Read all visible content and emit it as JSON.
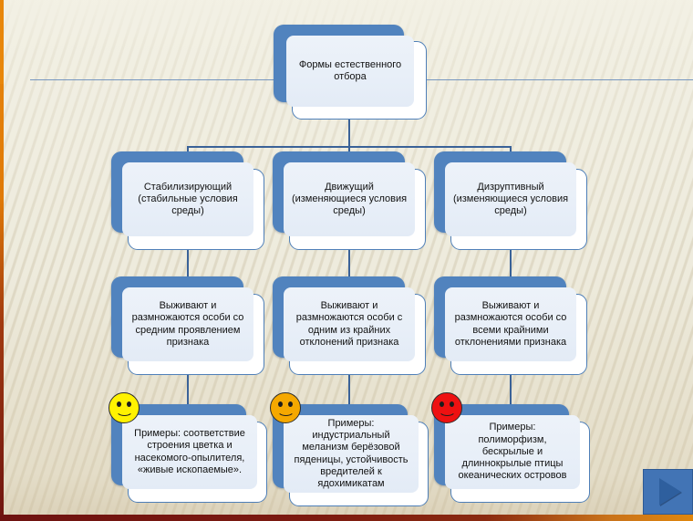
{
  "slide": {
    "background_color": "#EFEDE0",
    "accent_color": "#5183BE",
    "edge_accent_color": "#E8870B",
    "edge_bottom_color": "#6E1210"
  },
  "nodes": {
    "root": {
      "label": "Формы естественного\nотбора"
    },
    "row2": [
      {
        "label": "Стабилизирующий\n(стабильные условия\nсреды)"
      },
      {
        "label": "Движущий\n(изменяющиеся условия\nсреды)"
      },
      {
        "label": "Дизруптивный\n(изменяющиеся условия\nсреды)"
      }
    ],
    "row3": [
      {
        "label": "Выживают и\nразмножаются особи со\nсредним проявлением\nпризнака"
      },
      {
        "label": "Выживают и\nразмножаются особи с\nодним из крайних\nотклонений признака"
      },
      {
        "label": "Выживают и\nразмножаются особи со\nвсеми крайними\nотклонениями признака"
      }
    ],
    "row4": [
      {
        "label": "Примеры: соответствие\nстроения цветка и\nнасекомого-опылителя,\n«живые ископаемые».",
        "badge_color": "#FFF200"
      },
      {
        "label": "Примеры:\nиндустриальный\nмеланизм берёзовой\nпяденицы, устойчивость\nвредителей к\nядохимикатам",
        "badge_color": "#F5A800"
      },
      {
        "label": "Примеры:\nполиморфизм,\nбескрылые и\nдлиннокрылые птицы\nокеанических островов",
        "badge_color": "#EE1111"
      }
    ]
  },
  "controls": {
    "next_slide": "next-slide-arrow"
  }
}
